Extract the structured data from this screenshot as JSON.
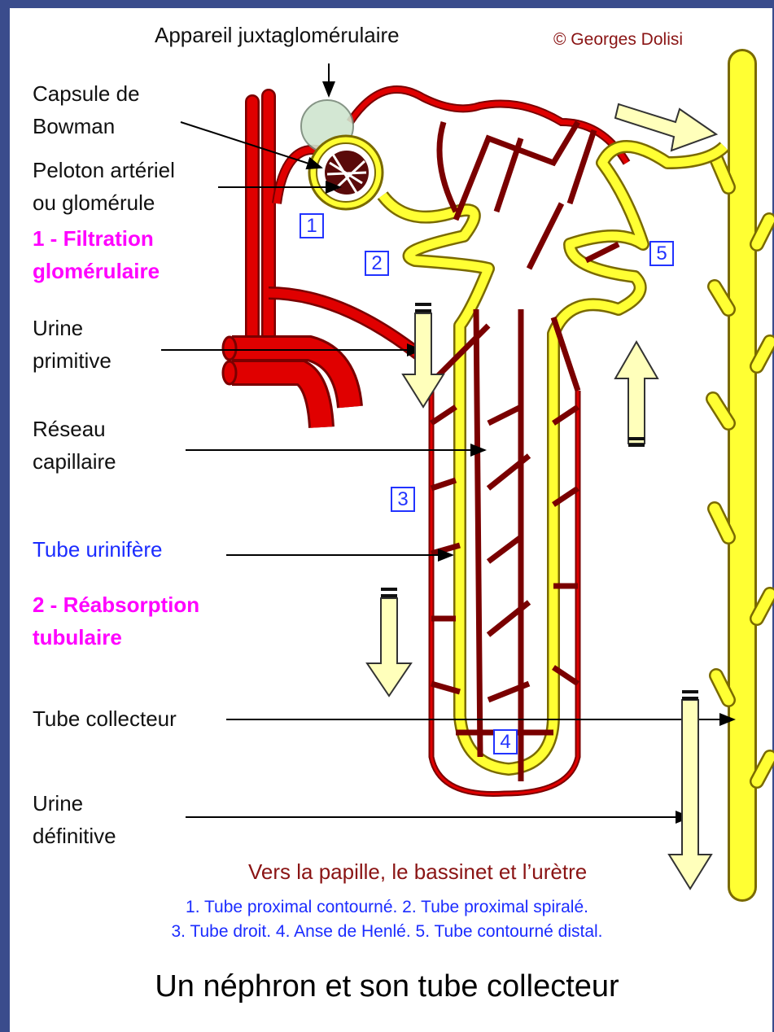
{
  "colors": {
    "background": "#3a4c8c",
    "vessel": "#e00000",
    "vessel_outline": "#7a0000",
    "tubule": "#ffff33",
    "tubule_outline": "#7a6a00",
    "arrow_fill": "#ffffbb",
    "label_pink": "#ff00ff",
    "label_blue": "#1b2cff",
    "label_brown": "#8a1414"
  },
  "copyright": "© Georges Dolisi",
  "labels": {
    "juxta": "Appareil juxtaglomérulaire",
    "bowman_1": "Capsule de",
    "bowman_2": "Bowman",
    "peloton_1": "Peloton artériel",
    "peloton_2": "ou glomérule",
    "filtration_1": "1 - Filtration",
    "filtration_2": "glomérulaire",
    "urine_prim_1": "Urine",
    "urine_prim_2": "primitive",
    "reseau_1": "Réseau",
    "reseau_2": "capillaire",
    "tube_urinifere": "Tube urinifère",
    "reabs_1": "2 - Réabsorption",
    "reabs_2": "tubulaire",
    "tube_collecteur": "Tube collecteur",
    "urine_def_1": "Urine",
    "urine_def_2": "définitive",
    "vers": "Vers la papille, le bassinet et l’urètre"
  },
  "segment_numbers": [
    "1",
    "2",
    "3",
    "4",
    "5"
  ],
  "legend": {
    "line1": "1. Tube proximal contourné. 2. Tube proximal spiralé.",
    "line2": "3. Tube droit. 4. Anse de Henlé. 5. Tube contourné distal."
  },
  "title": "Un néphron et son tube collecteur"
}
